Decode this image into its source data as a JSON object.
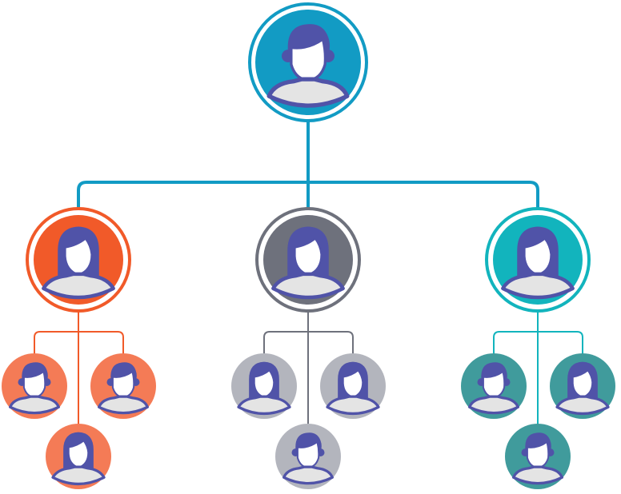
{
  "colors": {
    "root": "#129BC4",
    "hair": "#5053A8",
    "face": "#FFFFFF",
    "shirt": "#E4E4E4",
    "background": "#FFFFFF"
  },
  "root": {
    "figure": "male",
    "color": "#129BC4",
    "connector": "#129BC4"
  },
  "managers": [
    {
      "figure": "female",
      "color": "#F15A29",
      "child_color": "#F47B56",
      "connector": "#F15A29",
      "children": [
        "male",
        "male",
        "female"
      ]
    },
    {
      "figure": "female",
      "color": "#6E717C",
      "child_color": "#B3B5BD",
      "connector": "#6E717C",
      "children": [
        "female",
        "female",
        "male"
      ]
    },
    {
      "figure": "female",
      "color": "#12B4BD",
      "child_color": "#409B9C",
      "connector": "#12B4BD",
      "children": [
        "male",
        "female",
        "male"
      ]
    }
  ]
}
